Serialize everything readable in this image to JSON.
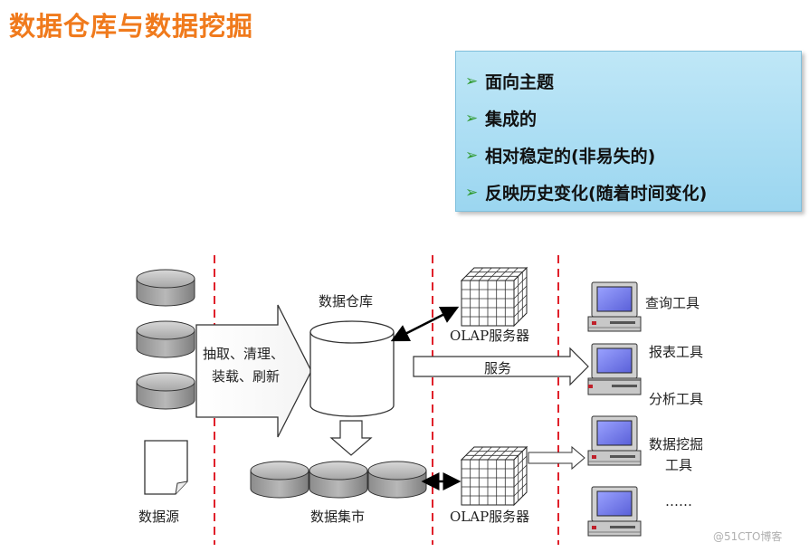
{
  "title": "数据仓库与数据挖掘",
  "features": [
    "面向主题",
    "集成的",
    "相对稳定的(非易失的)",
    "反映历史变化(随着时间变化)"
  ],
  "labels": {
    "etl_line1": "抽取、清理、",
    "etl_line2": "装载、刷新",
    "warehouse": "数据仓库",
    "data_source": "数据源",
    "data_mart": "数据集市",
    "olap_top": "OLAP服务器",
    "olap_bottom": "OLAP服务器",
    "service": "服务"
  },
  "tools": {
    "query": "查询工具",
    "report": "报表工具",
    "analysis": "分析工具",
    "mining_line1": "数据挖掘",
    "mining_line2": "工具",
    "more": "……"
  },
  "watermark": "@51CTO博客",
  "colors": {
    "title": "#f07a1c",
    "divider": "#e0202a",
    "box": "#a8dcf2",
    "bullet": "#2f9a2f"
  }
}
